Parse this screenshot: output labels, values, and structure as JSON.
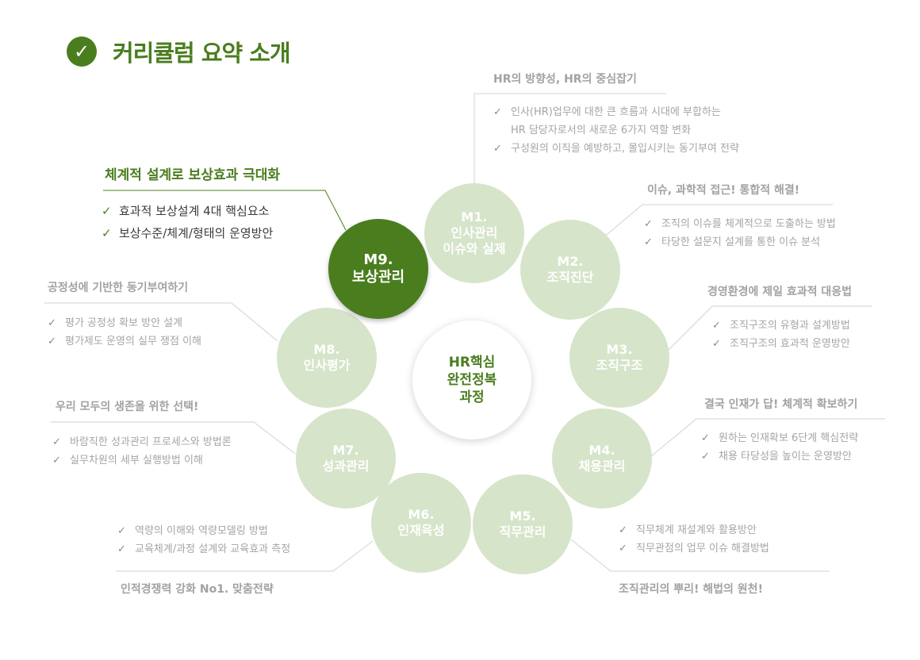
{
  "page_title": "커리큘럼 요약 소개",
  "center_label": [
    "HR핵심",
    "완전정복",
    "과정"
  ],
  "modules": {
    "m1": {
      "code": "M1.",
      "name": [
        "인사관리",
        "이슈와 실제"
      ]
    },
    "m2": {
      "code": "M2.",
      "name": [
        "조직진단"
      ]
    },
    "m3": {
      "code": "M3.",
      "name": [
        "조직구조"
      ]
    },
    "m4": {
      "code": "M4.",
      "name": [
        "채용관리"
      ]
    },
    "m5": {
      "code": "M5.",
      "name": [
        "직무관리"
      ]
    },
    "m6": {
      "code": "M6.",
      "name": [
        "인재육성"
      ]
    },
    "m7": {
      "code": "M7.",
      "name": [
        "성과관리"
      ]
    },
    "m8": {
      "code": "M8.",
      "name": [
        "인사평가"
      ]
    },
    "m9": {
      "code": "M9.",
      "name": [
        "보상관리"
      ]
    }
  },
  "details": {
    "m1": {
      "heading": "HR의 방향성, HR의 중심잡기",
      "items": [
        "인사(HR)업무에  대한 큰 흐름과 시대에 부합하는",
        "HR 담당자로서의 새로운 6가지 역할 변화",
        "구성원의 이직을 예방하고, 몰입시키는 동기부여 전략"
      ]
    },
    "m2": {
      "heading": "이슈, 과학적 접근! 통합적 해결!",
      "items": [
        "조직의 이슈를 체계적으로 도출하는 방법",
        "타당한 설문지 설계를 통한 이슈 분석"
      ]
    },
    "m3": {
      "heading": "경영환경에 제일 효과적 대응법",
      "items": [
        "조직구조의 유형과 설계방법",
        "조직구조의 효과적 운영방안"
      ]
    },
    "m4": {
      "heading": "결국 인재가 답! 체계적 확보하기",
      "items": [
        "원하는 인재확보 6단계 핵심전략",
        "채용 타당성을 높이는 운영방안"
      ]
    },
    "m5": {
      "heading": "조직관리의 뿌리! 해법의 원천!",
      "items": [
        "직무체계 재설계와 활용방안",
        "직무관점의 업무 이슈 해결방법"
      ]
    },
    "m6": {
      "heading": "인적경쟁력 강화 No1. 맞춤전략",
      "items": [
        "역량의 이해와 역량모델링 방법",
        "교육체계/과정 설계와 교육효과 측정"
      ]
    },
    "m7": {
      "heading": "우리 모두의 생존을 위한 선택!",
      "items": [
        "바람직한 성과관리 프로세스와 방법론",
        "실무차원의 세부 실행방법 이해"
      ]
    },
    "m8": {
      "heading": "공정성에 기반한 동기부여하기",
      "items": [
        "평가 공정성 확보 방안 설계",
        "평가제도 운영의 실무 쟁점 이해"
      ]
    },
    "m9": {
      "heading": "체계적 설계로 보상효과 극대화",
      "items": [
        "효과적 보상설계 4대 핵심요소",
        "보상수준/체계/형태의 운영방안"
      ]
    }
  },
  "colors": {
    "accent": "#4a7d1e",
    "node_dim": "#d6e4c9",
    "text_muted": "#a5a5a5"
  },
  "icons": {
    "title": "check-circle-icon",
    "bullet": "checkmark-icon"
  }
}
